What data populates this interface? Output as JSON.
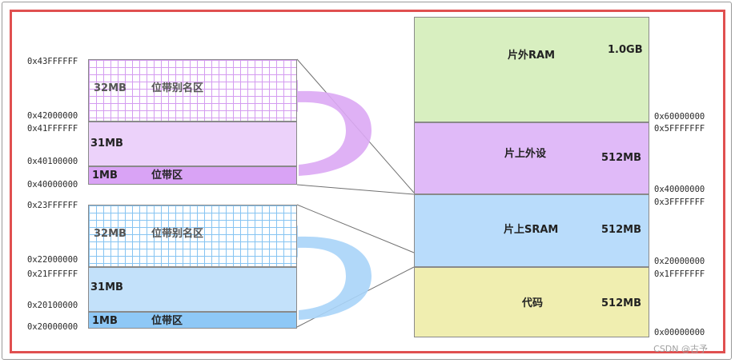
{
  "left_top_region": {
    "alias": {
      "size": "32MB",
      "name": "位带别名区",
      "addr_top": "0x43FFFFFF",
      "addr_bottom": "0x42000000"
    },
    "mid": {
      "size": "31MB",
      "addr_top": "0x41FFFFFF",
      "addr_bottom": "0x40100000"
    },
    "bitband": {
      "size": "1MB",
      "name": "位带区",
      "addr_bottom": "0x40000000"
    }
  },
  "left_bottom_region": {
    "alias": {
      "size": "32MB",
      "name": "位带别名区",
      "addr_top": "0x23FFFFFF",
      "addr_bottom": "0x22000000"
    },
    "mid": {
      "size": "31MB",
      "addr_top": "0x21FFFFFF",
      "addr_bottom": "0x20100000"
    },
    "bitband": {
      "size": "1MB",
      "name": "位带区",
      "addr_bottom": "0x20000000"
    }
  },
  "memory_map": [
    {
      "name": "片外RAM",
      "size": "1.0GB",
      "color": "#d8efc0",
      "addr_bottom": "0x60000000"
    },
    {
      "name": "片上外设",
      "size": "512MB",
      "color": "#e0baf8",
      "addr_top": "0x5FFFFFFF",
      "addr_bottom": "0x40000000"
    },
    {
      "name": "片上SRAM",
      "size": "512MB",
      "color": "#b9dcfb",
      "addr_top": "0x3FFFFFFF",
      "addr_bottom": "0x20000000"
    },
    {
      "name": "代码",
      "size": "512MB",
      "color": "#f0eeb0",
      "addr_top": "0x1FFFFFFF",
      "addr_bottom": "0x00000000"
    }
  ],
  "colors": {
    "frame": "#e05050",
    "purple_arrow": "#dca8f4",
    "blue_arrow": "#a8d4f8"
  },
  "watermark": "CSDN @古予"
}
